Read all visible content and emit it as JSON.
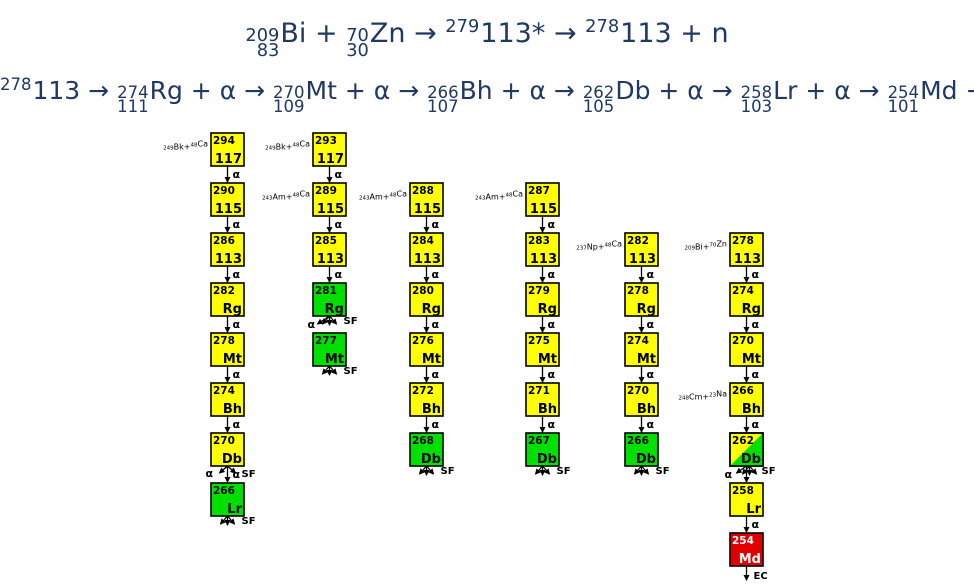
{
  "equations": {
    "formation": {
      "bi_mass": "209",
      "bi_z": "83",
      "bi_sym": "Bi",
      "plus": "+",
      "zn_mass": "70",
      "zn_z": "30",
      "zn_sym": "Zn",
      "arrow": "→",
      "cn_mass": "279",
      "cn_sym": "113*",
      "p_mass": "278",
      "p_sym": "113",
      "n": "n"
    },
    "decay": {
      "start_mass": "278",
      "start_sym": "113",
      "steps": [
        {
          "mass": "274",
          "z": "111",
          "sym": "Rg"
        },
        {
          "mass": "270",
          "z": "109",
          "sym": "Mt"
        },
        {
          "mass": "266",
          "z": "107",
          "sym": "Bh"
        },
        {
          "mass": "262",
          "z": "105",
          "sym": "Db"
        },
        {
          "mass": "258",
          "z": "103",
          "sym": "Lr"
        },
        {
          "mass": "254",
          "z": "101",
          "sym": "Md"
        }
      ],
      "alpha": "α",
      "plus": "+",
      "arrow": "→"
    }
  },
  "colors": {
    "alpha": "#ffff00",
    "sf": "#00e000",
    "ec": "#e00000",
    "text": "#1f3864"
  },
  "labels": {
    "alpha": "α",
    "sf": "SF",
    "ec": "EC"
  },
  "chains": [
    {
      "reaction": {
        "a": "249",
        "s1": "Bk",
        "b": "48",
        "s2": "Ca"
      },
      "nuclides": [
        {
          "mass": "294",
          "el": "117",
          "mode": "alpha"
        },
        {
          "mass": "290",
          "el": "115",
          "mode": "alpha"
        },
        {
          "mass": "286",
          "el": "113",
          "mode": "alpha"
        },
        {
          "mass": "282",
          "el": "Rg",
          "mode": "alpha"
        },
        {
          "mass": "278",
          "el": "Mt",
          "mode": "alpha"
        },
        {
          "mass": "274",
          "el": "Bh",
          "mode": "alpha"
        },
        {
          "mass": "270",
          "el": "Db",
          "mode": "alpha"
        },
        {
          "mass": "266",
          "el": "Lr",
          "mode": "sf"
        }
      ]
    },
    {
      "reaction": {
        "a": "249",
        "s1": "Bk",
        "b": "48",
        "s2": "Ca"
      },
      "nuclides": [
        {
          "mass": "293",
          "el": "117",
          "mode": "alpha"
        },
        {
          "mass": "289",
          "el": "115",
          "mode": "alpha",
          "reaction": {
            "a": "243",
            "s1": "Am",
            "b": "48",
            "s2": "Ca"
          }
        },
        {
          "mass": "285",
          "el": "113",
          "mode": "alpha"
        },
        {
          "mass": "281",
          "el": "Rg",
          "mode": "sf"
        },
        {
          "mass": "277",
          "el": "Mt",
          "mode": "sf"
        }
      ]
    },
    {
      "reaction": {
        "a": "243",
        "s1": "Am",
        "b": "48",
        "s2": "Ca"
      },
      "nuclides": [
        {
          "mass": "288",
          "el": "115",
          "mode": "alpha"
        },
        {
          "mass": "284",
          "el": "113",
          "mode": "alpha"
        },
        {
          "mass": "280",
          "el": "Rg",
          "mode": "alpha"
        },
        {
          "mass": "276",
          "el": "Mt",
          "mode": "alpha"
        },
        {
          "mass": "272",
          "el": "Bh",
          "mode": "alpha"
        },
        {
          "mass": "268",
          "el": "Db",
          "mode": "sf"
        }
      ]
    },
    {
      "reaction": {
        "a": "243",
        "s1": "Am",
        "b": "48",
        "s2": "Ca"
      },
      "nuclides": [
        {
          "mass": "287",
          "el": "115",
          "mode": "alpha"
        },
        {
          "mass": "283",
          "el": "113",
          "mode": "alpha"
        },
        {
          "mass": "279",
          "el": "Rg",
          "mode": "alpha"
        },
        {
          "mass": "275",
          "el": "Mt",
          "mode": "alpha"
        },
        {
          "mass": "271",
          "el": "Bh",
          "mode": "alpha"
        },
        {
          "mass": "267",
          "el": "Db",
          "mode": "sf"
        }
      ]
    },
    {
      "reaction": {
        "a": "237",
        "s1": "Np",
        "b": "48",
        "s2": "Ca"
      },
      "nuclides": [
        {
          "mass": "282",
          "el": "113",
          "mode": "alpha"
        },
        {
          "mass": "278",
          "el": "Rg",
          "mode": "alpha"
        },
        {
          "mass": "274",
          "el": "Mt",
          "mode": "alpha"
        },
        {
          "mass": "270",
          "el": "Bh",
          "mode": "alpha"
        },
        {
          "mass": "266",
          "el": "Db",
          "mode": "sf"
        }
      ]
    },
    {
      "reaction": {
        "a": "209",
        "s1": "Bi",
        "b": "70",
        "s2": "Zn"
      },
      "nuclides": [
        {
          "mass": "278",
          "el": "113",
          "mode": "alpha"
        },
        {
          "mass": "274",
          "el": "Rg",
          "mode": "alpha"
        },
        {
          "mass": "270",
          "el": "Mt",
          "mode": "alpha"
        },
        {
          "mass": "266",
          "el": "Bh",
          "mode": "alpha",
          "reaction": {
            "a": "248",
            "s1": "Cm",
            "b": "23",
            "s2": "Na"
          }
        },
        {
          "mass": "262",
          "el": "Db",
          "mode": "alpha_sf"
        },
        {
          "mass": "258",
          "el": "Lr",
          "mode": "alpha"
        },
        {
          "mass": "254",
          "el": "Md",
          "mode": "ec"
        }
      ]
    }
  ]
}
